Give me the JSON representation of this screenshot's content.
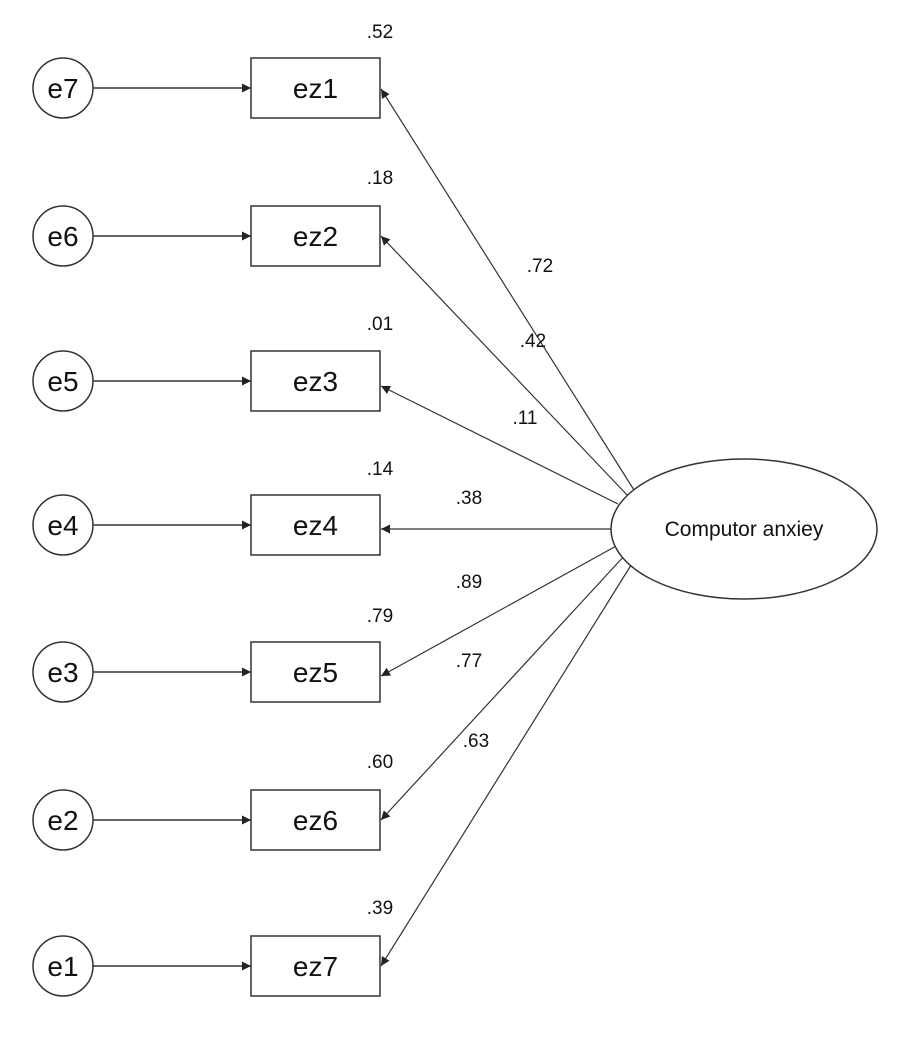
{
  "latent": {
    "label": "Computor anxiey"
  },
  "errors": [
    "e7",
    "e6",
    "e5",
    "e4",
    "e3",
    "e2",
    "e1"
  ],
  "indicators": [
    {
      "label": "ez1",
      "r2": ".52",
      "loading": ".72"
    },
    {
      "label": "ez2",
      "r2": ".18",
      "loading": ".42"
    },
    {
      "label": "ez3",
      "r2": ".01",
      "loading": ".11"
    },
    {
      "label": "ez4",
      "r2": ".14",
      "loading": ".38"
    },
    {
      "label": "ez5",
      "r2": ".79",
      "loading": ".89"
    },
    {
      "label": "ez6",
      "r2": ".60",
      "loading": ".77"
    },
    {
      "label": "ez7",
      "r2": ".39",
      "loading": ".63"
    }
  ],
  "colors": {
    "stroke": "#333333",
    "text": "#111111",
    "background": "#ffffff"
  }
}
